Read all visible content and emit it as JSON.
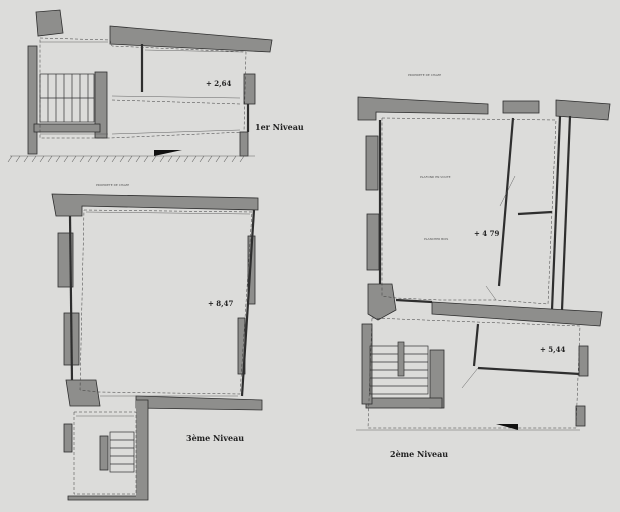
{
  "floor_titles": {
    "first": "1er Niveau",
    "second": "2ème Niveau",
    "third": "3ème Niveau"
  },
  "levels": {
    "first": "+ 2,64",
    "second_a": "+ 4 79",
    "second_b": "+ 5,44",
    "third": "+ 8,47"
  },
  "neighbor_labels": {
    "second_top": "PROPRIETE DE CHAZE",
    "third_top": "PROPRIETE DE CHAZE",
    "floor_above": "PLAFOND EN VOUTE",
    "floor_below": "PLANCHER BOIS"
  },
  "colors": {
    "paper": "#dcdcda",
    "wall_fill": "#8e8e8c",
    "line": "#2e2e2e"
  }
}
